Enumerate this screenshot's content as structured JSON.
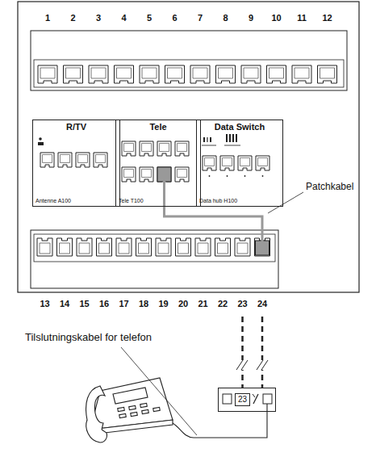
{
  "diagram": {
    "nodes": [
      {
        "text": [
          "R/TV",
          "Antenne A100"
        ]
      },
      {
        "text": [
          "Tele",
          "Tele T100"
        ]
      },
      {
        "text": [
          "Data Switch",
          "Data hub H100"
        ]
      },
      {
        "text": [
          "23"
        ]
      }
    ],
    "labels": [
      "1",
      "2",
      "3",
      "4",
      "5",
      "6",
      "7",
      "8",
      "9",
      "10",
      "11",
      "12",
      "13",
      "14",
      "15",
      "16",
      "17",
      "18",
      "19",
      "20",
      "21",
      "22",
      "23",
      "24",
      "Patchkabel",
      "Tilslutningskabel for telefon"
    ]
  }
}
